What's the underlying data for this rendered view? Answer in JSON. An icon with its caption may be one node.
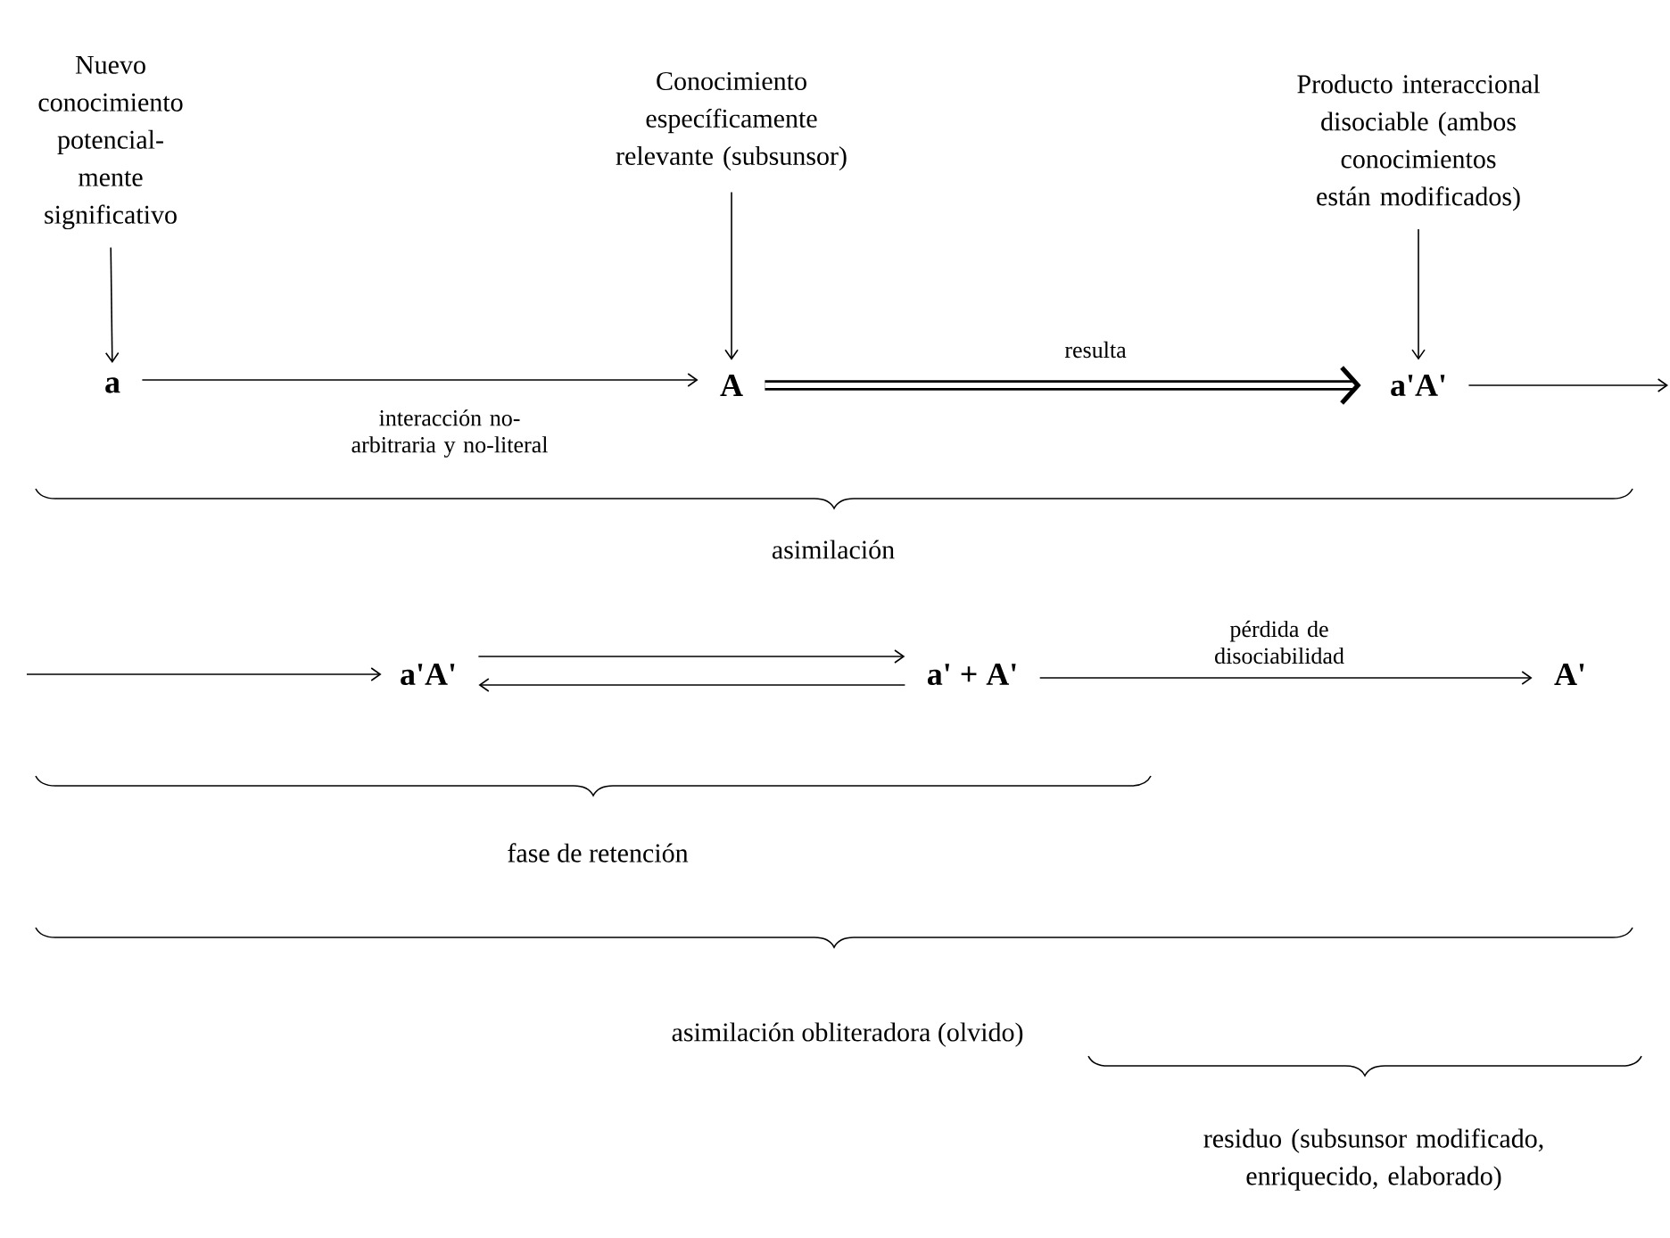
{
  "diagram": {
    "nodes": [
      {
        "text": [
          "Nuevo conocimiento potencial- mente significativo"
        ]
      },
      {
        "text": [
          "Conocimiento específicamente relevante (subsunsor)"
        ]
      },
      {
        "text": [
          "Producto interaccional disociable (ambos conocimientos están modificados)"
        ]
      },
      {
        "text": [
          "a"
        ]
      },
      {
        "text": [
          "A"
        ]
      },
      {
        "text": [
          "a'A'"
        ]
      },
      {
        "text": [
          "a'A'"
        ]
      },
      {
        "text": [
          "a' + A'"
        ]
      },
      {
        "text": [
          "A'"
        ]
      }
    ],
    "edges": [
      {
        "from": 0,
        "to": 3,
        "arrow": "to"
      },
      {
        "from": 1,
        "to": 4,
        "arrow": "to"
      },
      {
        "from": 2,
        "to": 5,
        "arrow": "to"
      },
      {
        "from": 3,
        "to": 4,
        "arrow": "to",
        "label": "interacción no-arbitraria y no-literal"
      },
      {
        "from": 4,
        "to": 5,
        "arrow": "to",
        "label": "resulta",
        "style": "thick"
      },
      {
        "from": 5,
        "to": null,
        "arrow": "to"
      },
      {
        "from": null,
        "to": 6,
        "arrow": "to"
      },
      {
        "from": 6,
        "to": 7,
        "arrow": "to"
      },
      {
        "from": 7,
        "to": 6,
        "arrow": "to"
      },
      {
        "from": 7,
        "to": 8,
        "arrow": "to",
        "label": "pérdida de disociabilidad"
      }
    ],
    "labels": [
      "asimilación",
      "fase de retención",
      "asimilación obliteradora (olvido)",
      "residuo (subsunsor modificado, enriquecido, elaborado)"
    ]
  }
}
